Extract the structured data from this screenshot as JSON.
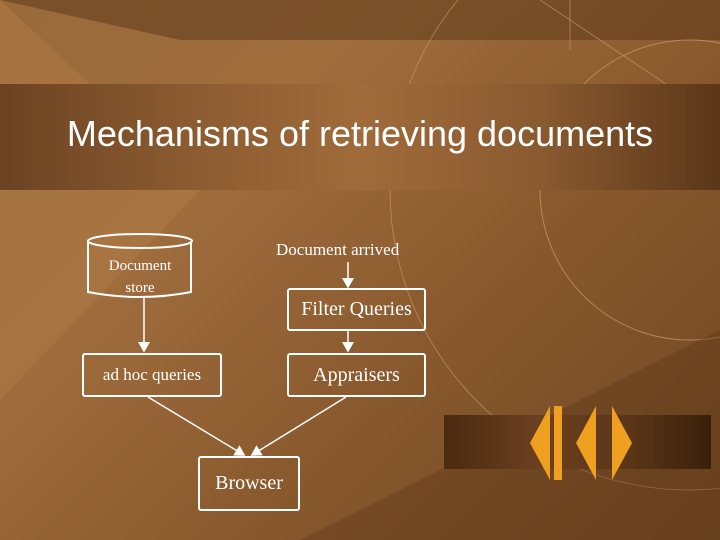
{
  "slide": {
    "title": "Mechanisms of retrieving documents"
  },
  "diagram": {
    "document_store_line1": "Document",
    "document_store_line2": "store",
    "document_arrived": "Document arrived",
    "filter_queries": "Filter Queries",
    "ad_hoc_queries": "ad hoc queries",
    "appraisers": "Appraisers",
    "browser": "Browser"
  },
  "navigation": {
    "buttons": [
      "first-slide",
      "previous-slide",
      "next-slide"
    ]
  },
  "colors": {
    "text": "#ffffff",
    "background": "#9a6a3a",
    "nav_arrow": "#f0a020"
  }
}
